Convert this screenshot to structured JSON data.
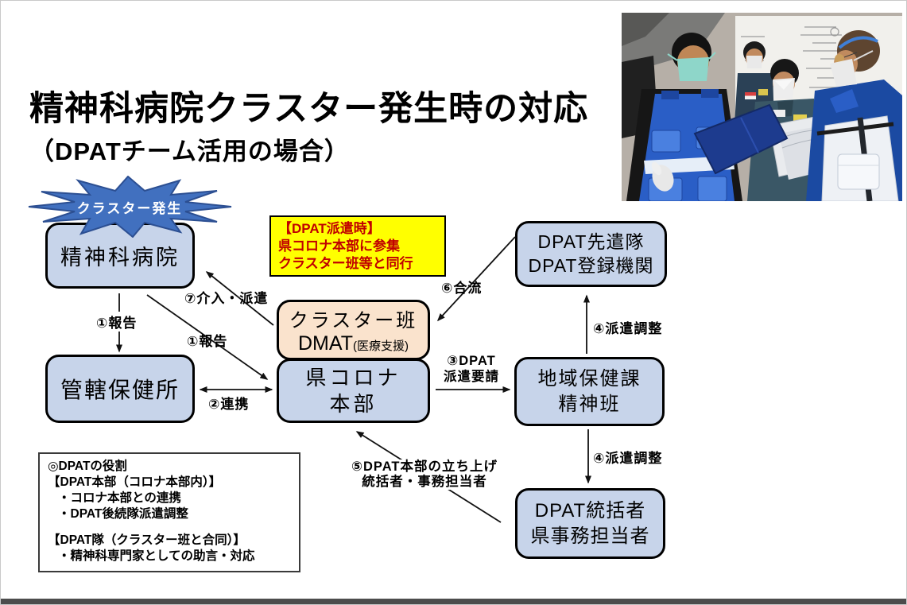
{
  "slide": {
    "title_line1": "精神科病院クラスター発生時の対応",
    "title_line2": "（DPATチーム活用の場合）"
  },
  "starburst": {
    "label": "クラスター発生"
  },
  "nodes": {
    "hospital": {
      "line1": "精神科病院"
    },
    "health_center": {
      "line1": "管轄保健所"
    },
    "cluster_team": {
      "line1": "クラスター班",
      "line2_main": "DMAT",
      "line2_sub": "(医療支援)"
    },
    "pref_corona_hq": {
      "line1": "県コロナ",
      "line2": "本部"
    },
    "dpat_advance": {
      "line1": "DPAT先遣隊",
      "line2": "DPAT登録機関"
    },
    "regional_health": {
      "line1": "地域保健課",
      "line2": "精神班"
    },
    "dpat_coordinator": {
      "line1": "DPAT統括者",
      "line2": "県事務担当者"
    }
  },
  "yellow_note": {
    "line1": "【DPAT派遣時】",
    "line2": "県コロナ本部に参集",
    "line3": "クラスター班等と同行"
  },
  "arrow_labels": {
    "report_1a": "①報告",
    "report_1b": "①報告",
    "coordination_2": "②連携",
    "dispatch_request_3_line1": "③DPAT",
    "dispatch_request_3_line2": "派遣要請",
    "dispatch_adjust_4a": "④派遣調整",
    "dispatch_adjust_4b": "④派遣調整",
    "hq_setup_5_line1": "⑤DPAT本部の立ち上げ",
    "hq_setup_5_line2": "統括者・事務担当者",
    "join_6": "⑥合流",
    "intervention_7": "⑦介入・派遣"
  },
  "role_box": {
    "line1": "◎DPATの役割",
    "line2": "【DPAT本部（コロナ本部内）】",
    "line3": "・コロナ本部との連携",
    "line4": "・DPAT後続隊派遣調整",
    "line5": "【DPAT隊（クラスター班と合同）】",
    "line6": "・精神科専門家としての助言・対応"
  },
  "colors": {
    "node_blue": "#c7d4ea",
    "node_peach": "#fae3cd",
    "starburst_blue": "#4170bf",
    "starburst_border": "#2c4f92",
    "note_yellow": "#ffff00",
    "note_text_red": "#c00000",
    "arrow_black": "#111111"
  }
}
